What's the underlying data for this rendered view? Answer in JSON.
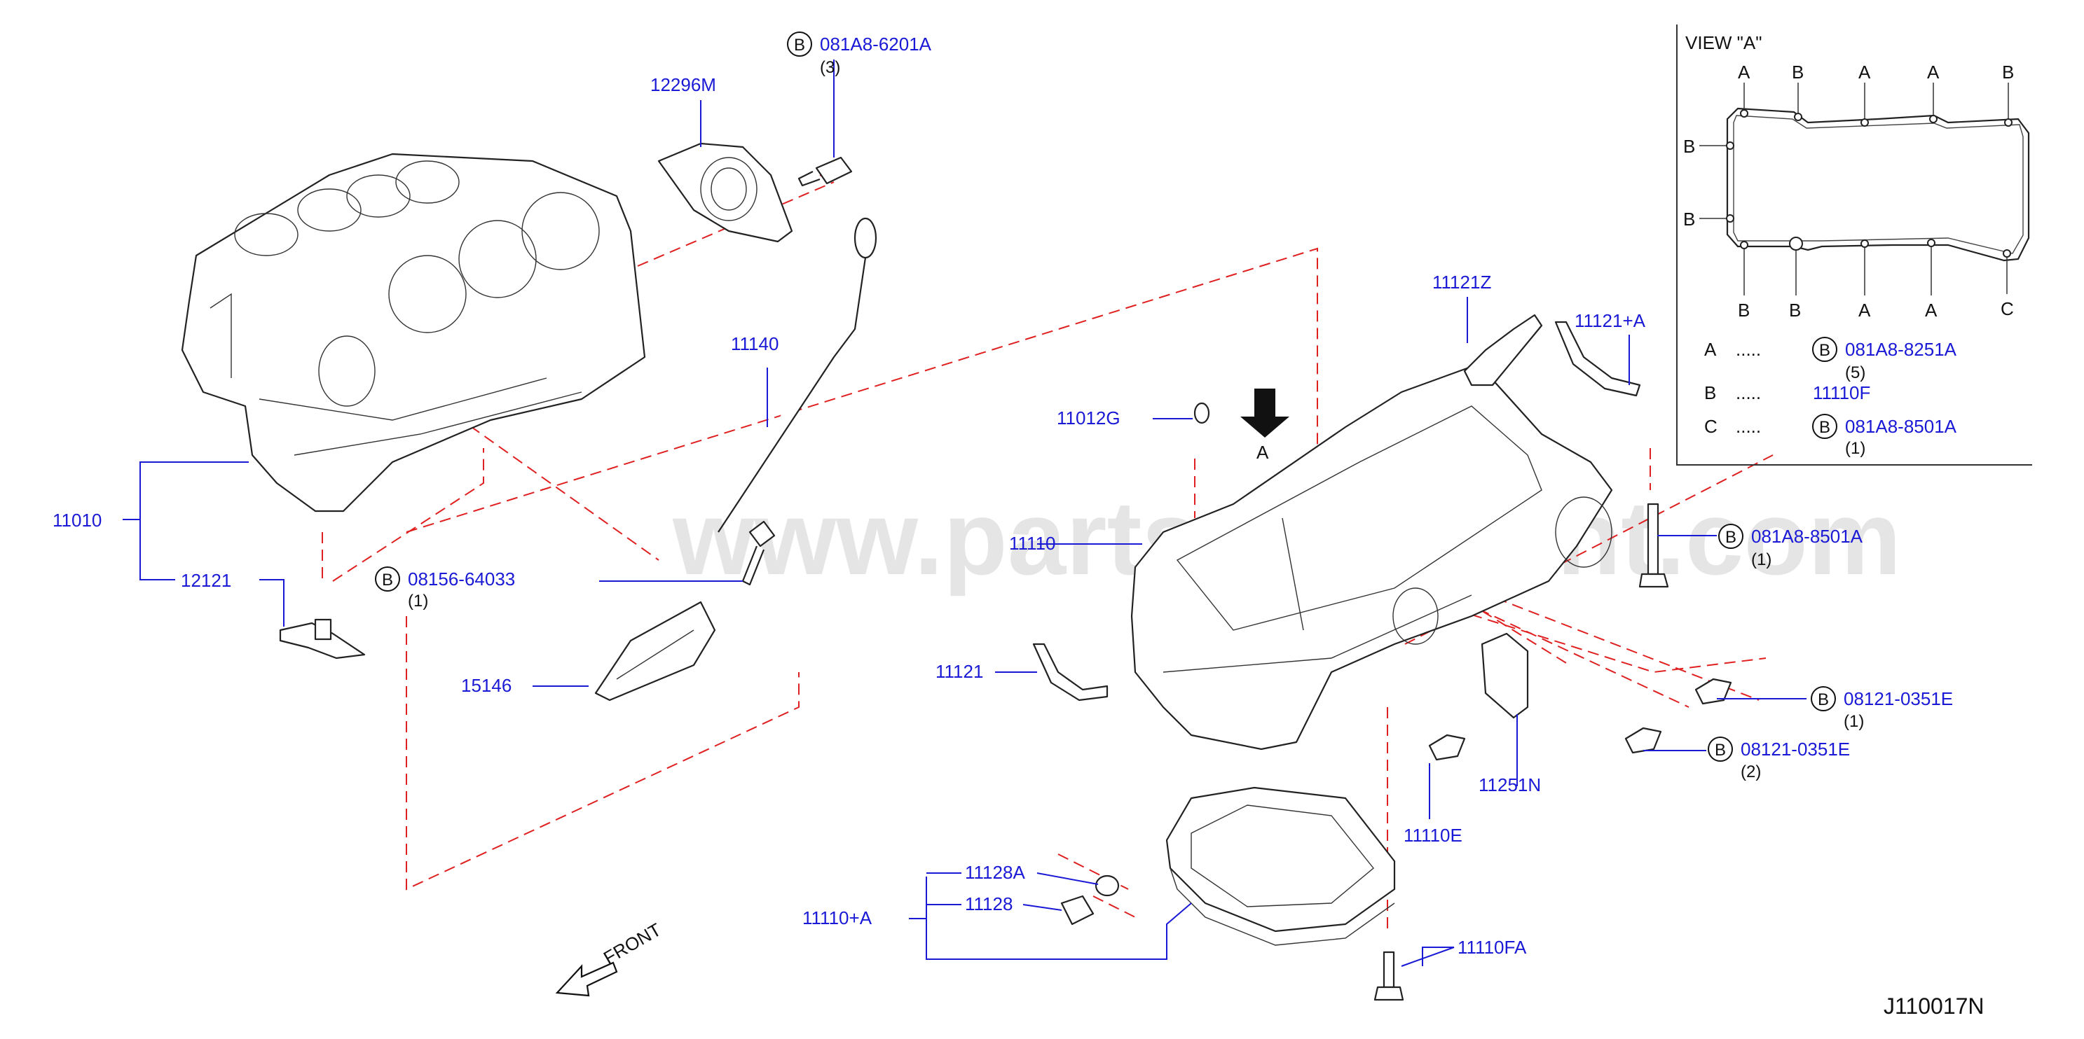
{
  "diagram_code": "J110017N",
  "watermark": "www.partsassistant.com",
  "front_label": "FRONT",
  "view_arrow_label": "A",
  "view": {
    "title": "VIEW   \"A\"",
    "top_labels": [
      "A",
      "B",
      "A",
      "A",
      "B"
    ],
    "left_labels": [
      "B",
      "B"
    ],
    "bottom_labels": [
      "B",
      "B",
      "A",
      "A",
      "C"
    ],
    "legend": [
      {
        "key": "A",
        "dots": ".....",
        "badge": "B",
        "part": "081A8-8251A",
        "qty": "(5)"
      },
      {
        "key": "B",
        "dots": ".....",
        "badge": "",
        "part": "11110F",
        "qty": ""
      },
      {
        "key": "C",
        "dots": ".....",
        "badge": "B",
        "part": "081A8-8501A",
        "qty": "(1)"
      }
    ]
  },
  "callouts": {
    "c081A8_6201A": {
      "badge": "B",
      "part": "081A8-6201A",
      "qty": "(3)"
    },
    "c12296M": {
      "part": "12296M"
    },
    "c11140": {
      "part": "11140"
    },
    "c11010": {
      "part": "11010"
    },
    "c12121": {
      "part": "12121"
    },
    "c08156_64033": {
      "badge": "B",
      "part": "08156-64033",
      "qty": "(1)"
    },
    "c15146": {
      "part": "15146"
    },
    "c11012G": {
      "part": "11012G"
    },
    "c11110": {
      "part": "11110"
    },
    "c11121Z": {
      "part": "11121Z"
    },
    "c11121A": {
      "part": "11121+A"
    },
    "c081A8_8501A": {
      "badge": "B",
      "part": "081A8-8501A",
      "qty": "(1)"
    },
    "c11121": {
      "part": "11121"
    },
    "c08121_0351E_1": {
      "badge": "B",
      "part": "08121-0351E",
      "qty": "(1)"
    },
    "c08121_0351E_2": {
      "badge": "B",
      "part": "08121-0351E",
      "qty": "(2)"
    },
    "c11251N": {
      "part": "11251N"
    },
    "c11110E": {
      "part": "11110E"
    },
    "c11128A": {
      "part": "11128A"
    },
    "c11128": {
      "part": "11128"
    },
    "c11110A": {
      "part": "11110+A"
    },
    "c11110FA": {
      "part": "11110FA"
    }
  }
}
